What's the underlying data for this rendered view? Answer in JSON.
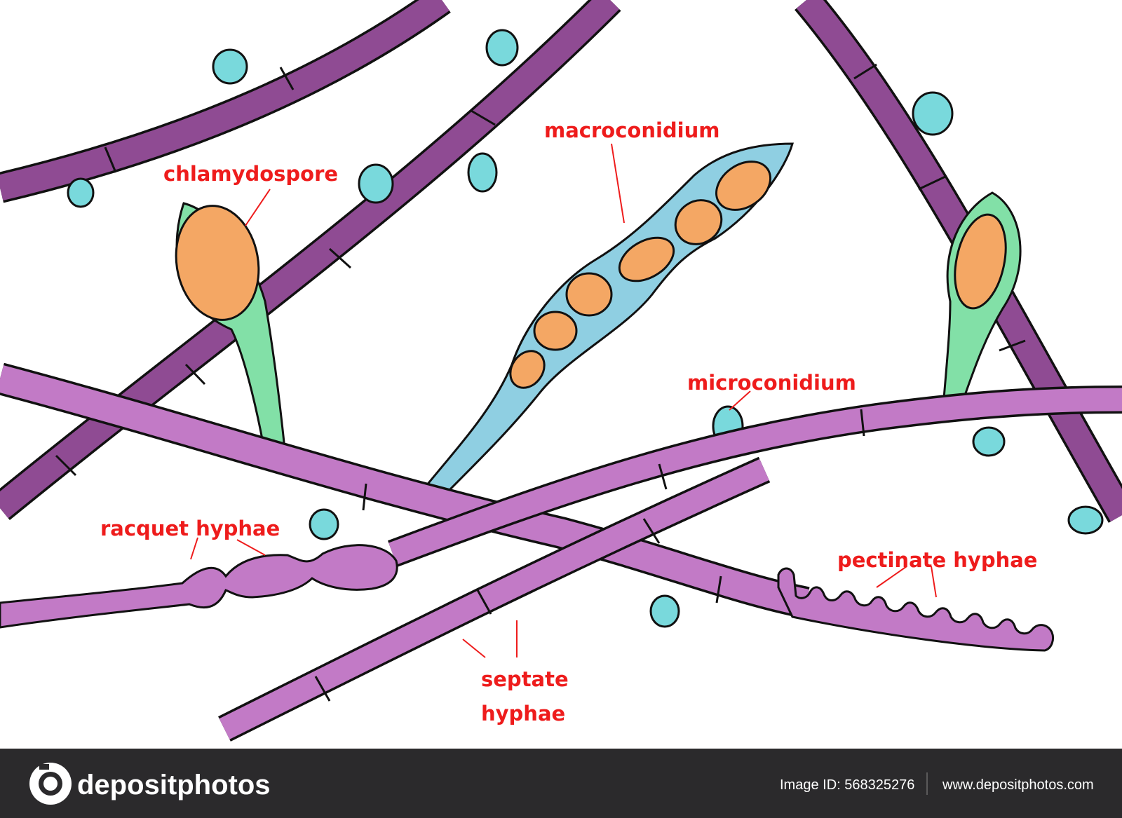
{
  "colors": {
    "hypha_dark": "#8f4b93",
    "hypha_light": "#c27ac6",
    "outline": "#111111",
    "chlamydospore_body": "#82e0a7",
    "nucleus": "#f4a764",
    "macroconidium_body": "#8fcfe2",
    "microconidium": "#79d9dc",
    "label": "#ee1c1c",
    "footer_bg": "#2b2a2c",
    "footer_text": "#ffffff"
  },
  "labels": {
    "chlamydospore": "chlamydospore",
    "macroconidium": "macroconidium",
    "microconidium": "microconidium",
    "racquet_hyphae": "racquet hyphae",
    "pectinate_hyphae": "pectinate hyphae",
    "septate_line1": "septate",
    "septate_line2": "hyphae"
  },
  "footer": {
    "brand": "depositphotos",
    "logo_icon": "camera-icon",
    "image_id": "Image ID: 568325276",
    "website": "www.depositphotos.com"
  }
}
